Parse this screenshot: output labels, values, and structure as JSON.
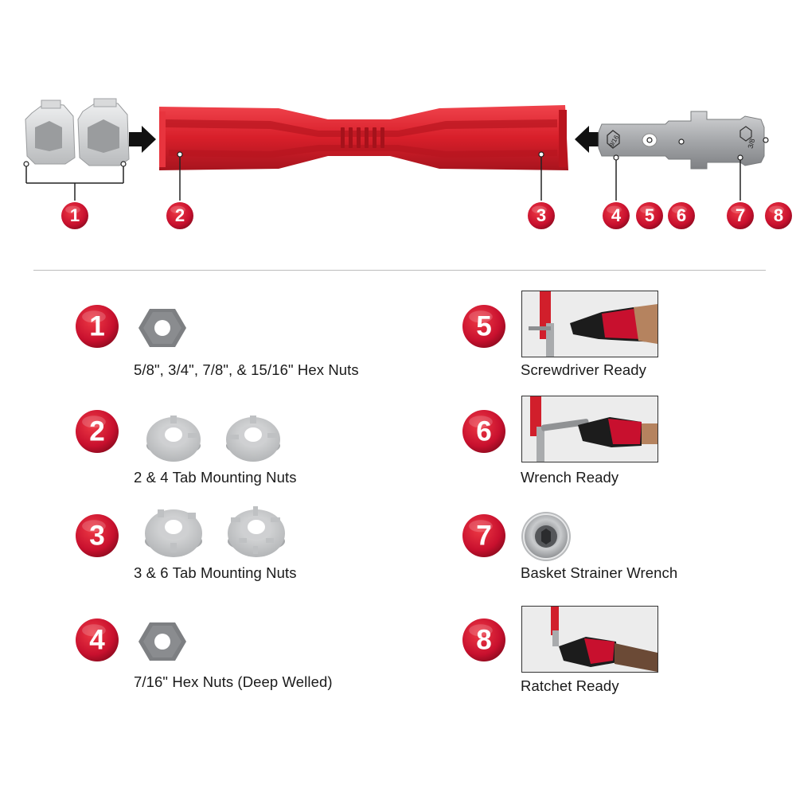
{
  "callouts_top": [
    "1",
    "2",
    "3",
    "4",
    "5",
    "6",
    "7",
    "8"
  ],
  "tool": {
    "socket_marks": [
      "9/16",
      "3/8"
    ]
  },
  "legend": [
    {
      "number": "1",
      "caption": "5/8\", 3/4\", 7/8\", & 15/16\" Hex Nuts",
      "icon": "hex-nut-icon"
    },
    {
      "number": "2",
      "caption": "2 & 4 Tab Mounting Nuts",
      "icon": "tab-mounting-nut-icon"
    },
    {
      "number": "3",
      "caption": "3 & 6 Tab Mounting Nuts",
      "icon": "tab-mounting-nut-icon"
    },
    {
      "number": "4",
      "caption": "7/16\" Hex Nuts (Deep Welled)",
      "icon": "hex-nut-icon"
    },
    {
      "number": "5",
      "caption": "Screwdriver Ready",
      "icon": "screwdriver-photo"
    },
    {
      "number": "6",
      "caption": "Wrench Ready",
      "icon": "wrench-photo"
    },
    {
      "number": "7",
      "caption": "Basket Strainer Wrench",
      "icon": "basket-strainer-icon"
    },
    {
      "number": "8",
      "caption": "Ratchet Ready",
      "icon": "ratchet-photo"
    }
  ],
  "colors": {
    "brand_red": "#d11f2b",
    "badge_red": "#c8102e",
    "metal_gray": "#a9abad",
    "nut_gray": "#7d7f82",
    "plastic_gray": "#c9cbcd",
    "divider": "#bdbdbd"
  }
}
